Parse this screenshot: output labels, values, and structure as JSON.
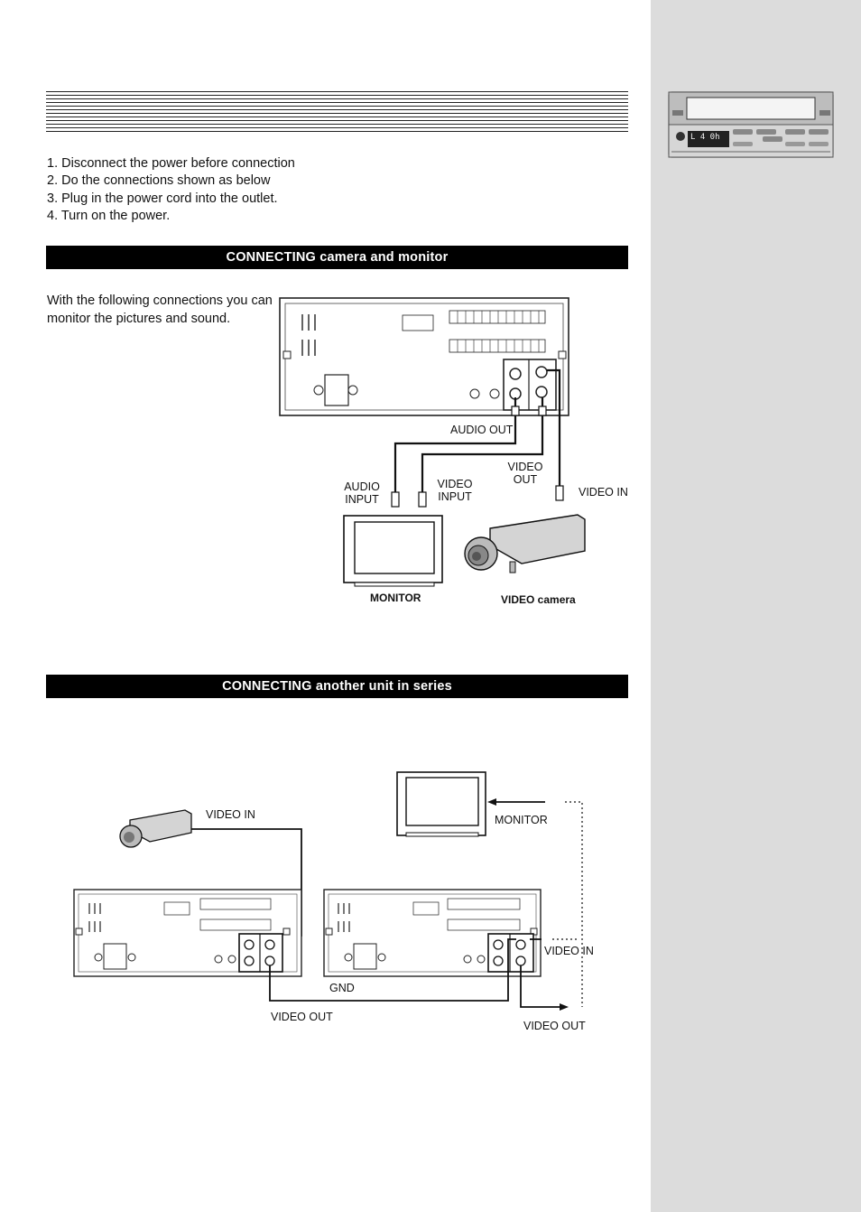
{
  "steps": [
    "1. Disconnect the power before connection",
    "2. Do the connections shown as below",
    "3. Plug in the power cord into the outlet.",
    "4. Turn on the power."
  ],
  "section1": {
    "title_strong": "CONNECTING",
    "title_rest": "camera and monitor",
    "intro": "With the following connections you can monitor the pictures and sound.",
    "labels": {
      "audio_out": "AUDIO OUT",
      "audio_input_1": "AUDIO",
      "audio_input_2": "INPUT",
      "video_input_1": "VIDEO",
      "video_input_2": "INPUT",
      "video_out_1": "VIDEO",
      "video_out_2": "OUT",
      "video_in": "VIDEO IN",
      "monitor": "MONITOR",
      "video_camera": "VIDEO camera"
    }
  },
  "section2": {
    "title_strong": "CONNECTING",
    "title_rest": "another unit in series",
    "labels": {
      "video_in_camera": "VIDEO IN",
      "monitor": "MONITOR",
      "video_in_right": "VIDEO IN",
      "gnd": "GND",
      "video_out_left": "VIDEO OUT",
      "video_out_right": "VIDEO OUT"
    }
  },
  "vcr": {
    "display": "L 4 0h"
  }
}
